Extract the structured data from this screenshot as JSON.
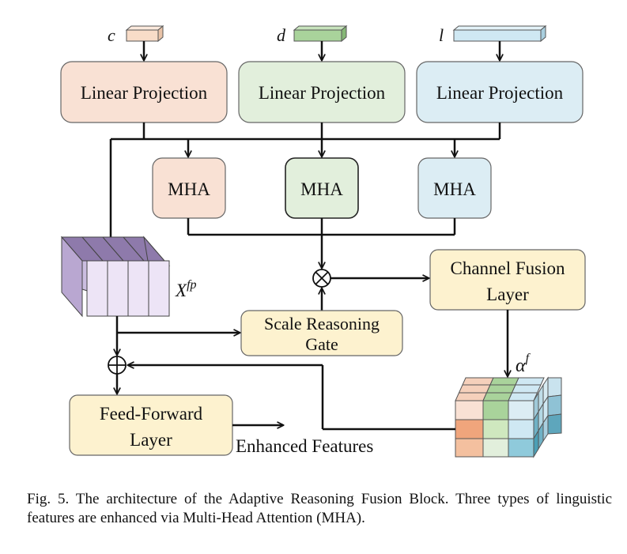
{
  "inputs": [
    {
      "symbol": "c",
      "color": "#f8dcc8"
    },
    {
      "symbol": "d",
      "color": "#a9d39b"
    },
    {
      "symbol": "l",
      "color": "#cfe8f3"
    }
  ],
  "projections": [
    {
      "label": "Linear Projection",
      "fill": "#f9e1d4"
    },
    {
      "label": "Linear Projection",
      "fill": "#e2efdc"
    },
    {
      "label": "Linear Projection",
      "fill": "#dcedf4"
    }
  ],
  "mha": [
    {
      "label": "MHA",
      "fill": "#f9e1d4"
    },
    {
      "label": "MHA",
      "fill": "#e2efdc"
    },
    {
      "label": "MHA",
      "fill": "#dcedf4"
    }
  ],
  "feature_label": {
    "base": "X",
    "sup": "fp"
  },
  "alpha_label": {
    "base": "α",
    "sup": "f"
  },
  "scale_gate": {
    "line1": "Scale Reasoning",
    "line2": "Gate"
  },
  "channel_fusion": {
    "line1": "Channel Fusion",
    "line2": "Layer"
  },
  "feed_forward": {
    "line1": "Feed-Forward",
    "line2": "Layer"
  },
  "output_label": "Enhanced Features",
  "caption": "Fig. 5.  The architecture of the Adaptive Reasoning Fusion Block. Three types of linguistic features are enhanced via Multi-Head Attention (MHA).",
  "colors": {
    "yellow_box": "#fdf2cf",
    "box_stroke": "#555555",
    "purple": "#ede4f6",
    "purple_dark": "#b7a4cf"
  }
}
